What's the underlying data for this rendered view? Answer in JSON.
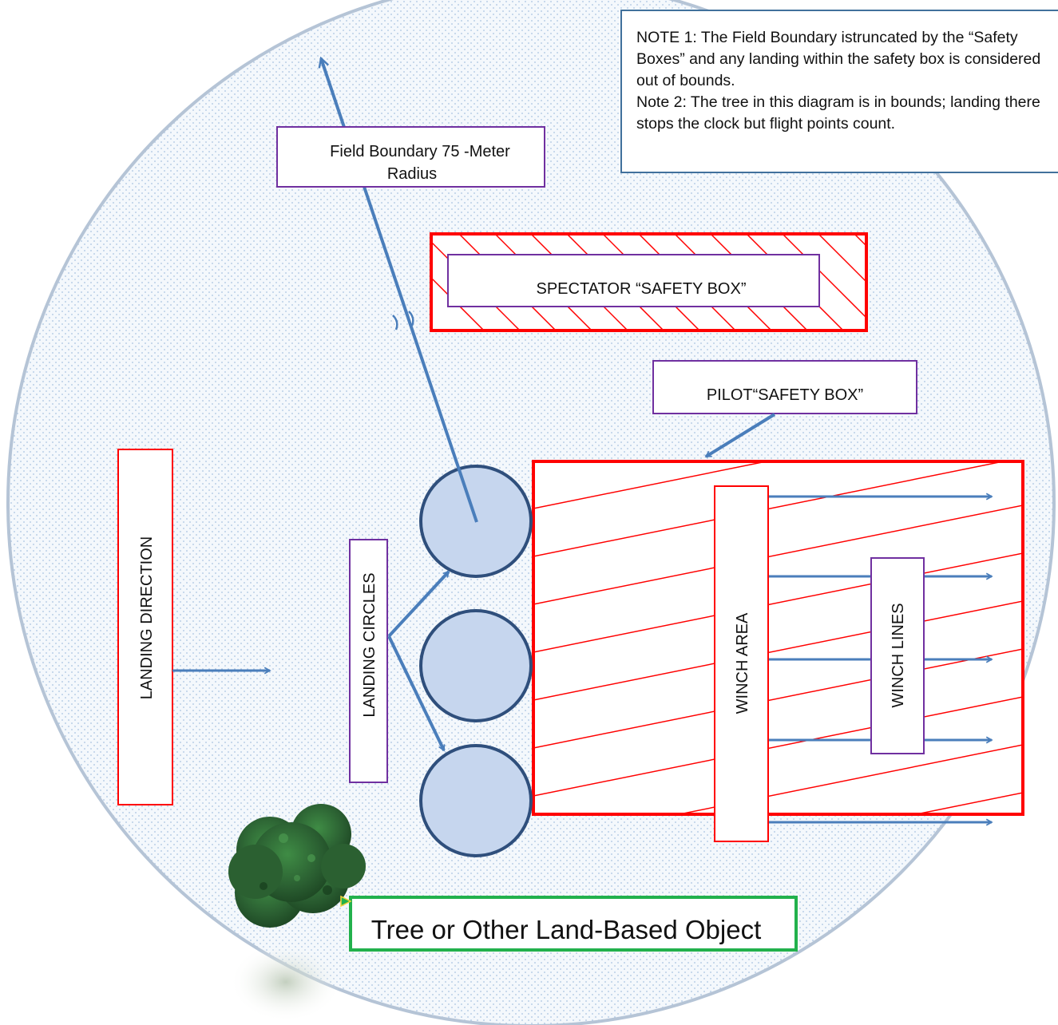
{
  "labels": {
    "field_boundary_line1": "Field Boundary 75 -Meter",
    "field_boundary_line2": "Radius",
    "spectator_box": "SPECTATOR “SAFETY BOX”",
    "pilot_box": "PILOT“SAFETY BOX”",
    "landing_direction": "LANDING DIRECTION",
    "landing_circles": "LANDING CIRCLES",
    "winch_area": "WINCH AREA",
    "winch_lines": "WINCH LINES",
    "tree": "Tree or Other Land-Based Object"
  },
  "notes": {
    "note1": "NOTE 1: The Field Boundary istruncated by the “Safety Boxes” and any landing within the safety box is considered out of bounds.",
    "note2": "Note 2: The tree in this diagram is in bounds; landing there stops the clock but flight points count."
  },
  "colors": {
    "field_fill": "#f4f8fc",
    "field_dot": "#a9c3e2",
    "field_edge": "#b5c4d6",
    "safety_red": "#ff0000",
    "label_border": "#7030a0",
    "arrow_blue": "#4a7ebb",
    "circle_fill": "#c6d6ee",
    "circle_edge": "#2f4f7c",
    "tree_green": "#2f6a35",
    "tree_label_border": "#22b14c"
  }
}
